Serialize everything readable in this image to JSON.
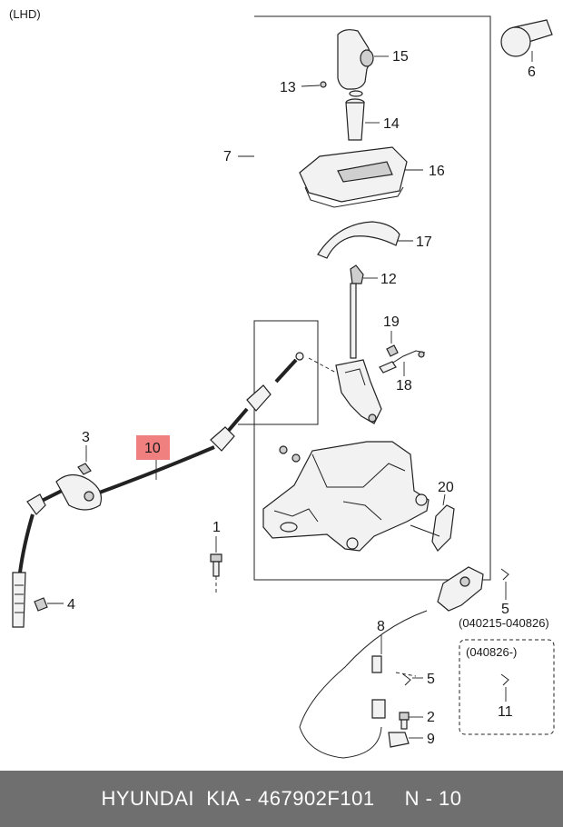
{
  "diagram": {
    "variant_label": "(LHD)",
    "highlight_color": "#f08080",
    "callouts": {
      "c1": "1",
      "c2": "2",
      "c3": "3",
      "c4": "4",
      "c5a": "5",
      "c5b": "5",
      "c6": "6",
      "c7": "7",
      "c8": "8",
      "c9": "9",
      "c10": "10",
      "c11": "11",
      "c12": "12",
      "c13": "13",
      "c14": "14",
      "c15": "15",
      "c16": "16",
      "c17": "17",
      "c18": "18",
      "c19": "19",
      "c20": "20"
    },
    "date_range_note": "(040215-040826)",
    "inset_note": "(040826-)"
  },
  "footer": {
    "text": "HYUNDAI  KIA - 467902F101     N - 10",
    "background": "#6f6f6f"
  }
}
